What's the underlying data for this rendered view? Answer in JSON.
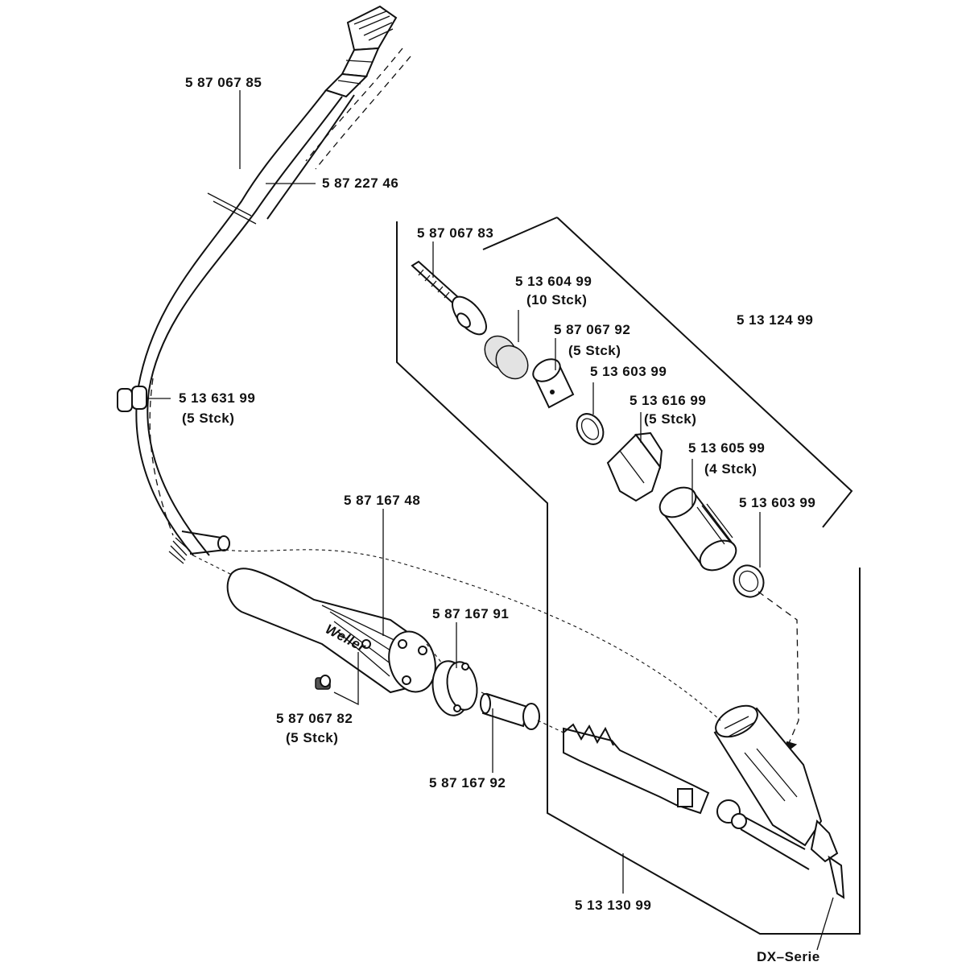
{
  "labels": {
    "p_587067485": "5 87 067 85",
    "p_587227446": "5 87 227 46",
    "p_513631": "5 13 631 99",
    "p_513631_qty": "(5  Stck)",
    "p_587067483": "5 87 067 83",
    "p_513604": "5 13 604 99",
    "p_513604_qty": "(10  Stck)",
    "p_587067492": "5 87 067 92",
    "p_587067492_qty": "(5  Stck)",
    "p_513603_a": "5 13 603 99",
    "p_513616": "5 13 616  99",
    "p_513616_qty": "(5  Stck)",
    "p_513124": "5 13 124 99",
    "p_513605": "5 13 605 99",
    "p_513605_qty": "(4  Stck)",
    "p_513603_b": "5 13 603 99",
    "p_587167448": "5 87 167 48",
    "p_587167491": "5 87 167 91",
    "p_587067482": "5 87 067 82",
    "p_587067482_qty": "(5  Stck)",
    "p_587167492": "5 87 167 92",
    "p_513130": "5 13 130 99",
    "series": "DX–Serie",
    "brand": "Weller"
  }
}
